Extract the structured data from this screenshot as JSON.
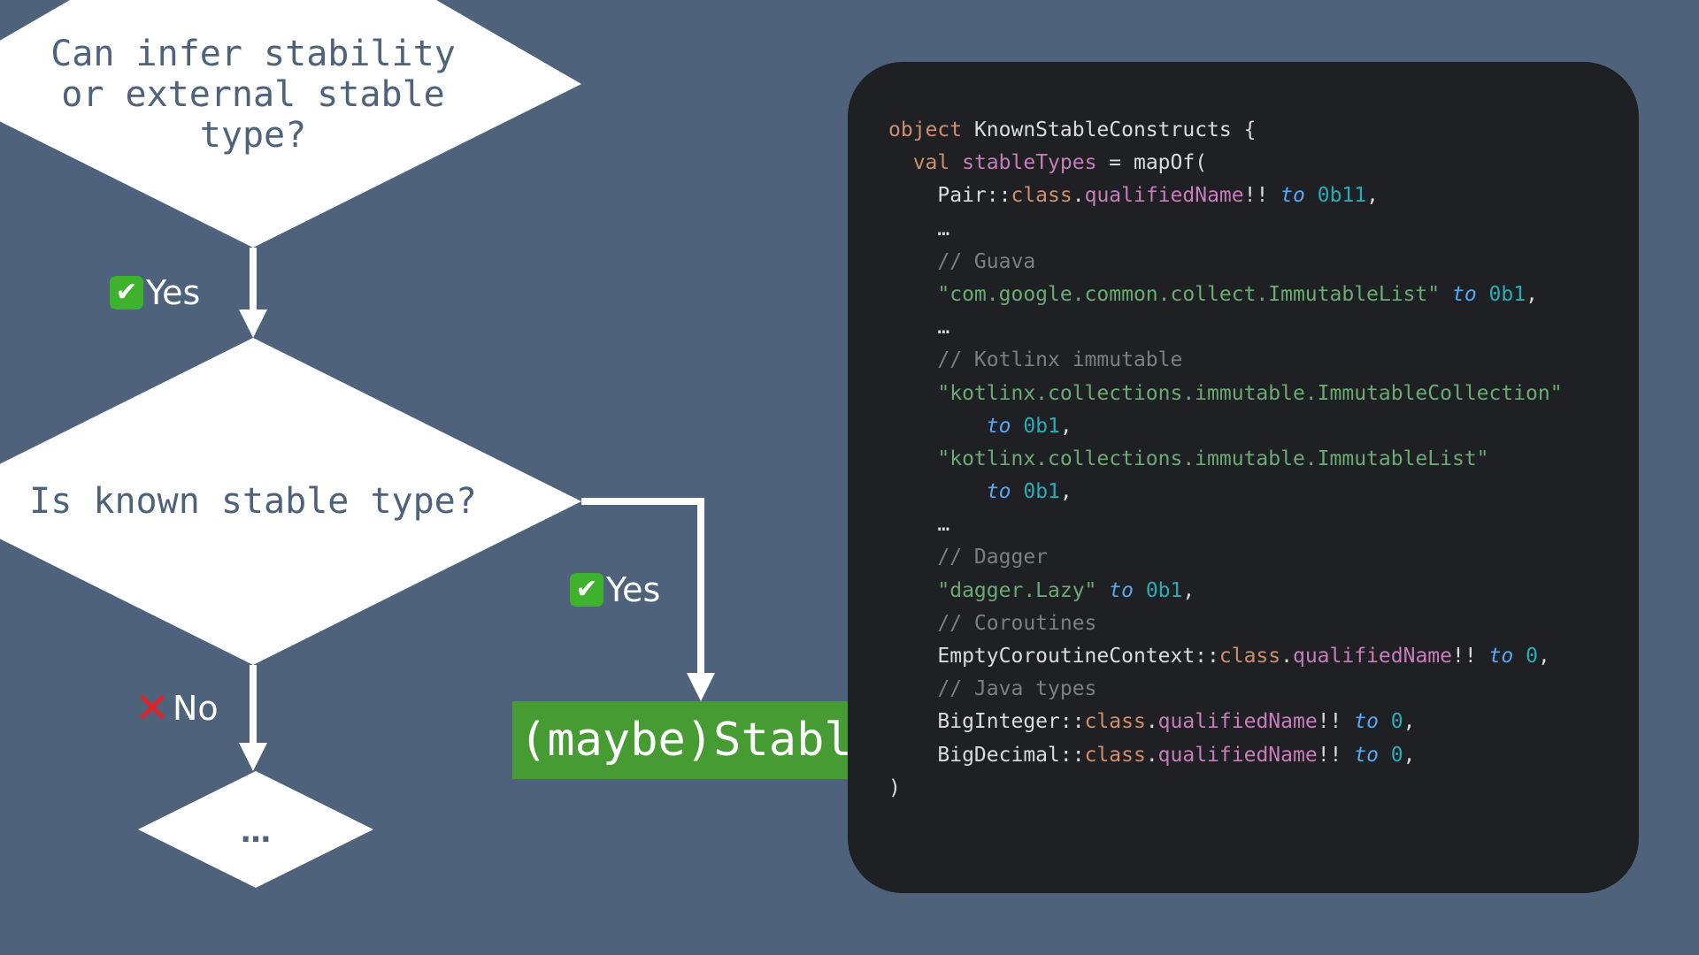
{
  "flowchart": {
    "decision1": {
      "lines": [
        "Can infer stability",
        "or external stable",
        "type?"
      ]
    },
    "edge1_label": "Yes",
    "decision2": {
      "text": "Is known stable type?"
    },
    "edge2_label": "Yes",
    "edge3_label": "No",
    "result": "(maybe)Stable",
    "decision3": {
      "text": "…"
    },
    "icons": {
      "yes": "check-mark-button-icon",
      "no": "cross-mark-icon"
    },
    "colors": {
      "background": "#4e627b",
      "shape_fill": "#ffffff",
      "result_fill": "#479b33",
      "code_panel": "#1f2023"
    }
  },
  "code": {
    "lines": [
      [
        [
          "kw",
          "object"
        ],
        [
          "df",
          " KnownStableConstructs {"
        ]
      ],
      [
        [
          "df",
          "  "
        ],
        [
          "kw",
          "val"
        ],
        [
          "df",
          " "
        ],
        [
          "fld",
          "stableTypes"
        ],
        [
          "df",
          " = mapOf("
        ]
      ],
      [
        [
          "df",
          "    Pair::"
        ],
        [
          "kw",
          "class"
        ],
        [
          "df",
          "."
        ],
        [
          "fld",
          "qualifiedName"
        ],
        [
          "df",
          "!! "
        ],
        [
          "inf",
          "to"
        ],
        [
          "df",
          " "
        ],
        [
          "num",
          "0b11"
        ],
        [
          "df",
          ","
        ]
      ],
      [
        [
          "df",
          "    …"
        ]
      ],
      [
        [
          "df",
          "    "
        ],
        [
          "cm",
          "// Guava"
        ]
      ],
      [
        [
          "df",
          "    "
        ],
        [
          "str",
          "\"com.google.common.collect.ImmutableList\""
        ],
        [
          "df",
          " "
        ],
        [
          "inf",
          "to"
        ],
        [
          "df",
          " "
        ],
        [
          "num",
          "0b1"
        ],
        [
          "df",
          ","
        ]
      ],
      [
        [
          "df",
          "    …"
        ]
      ],
      [
        [
          "df",
          "    "
        ],
        [
          "cm",
          "// Kotlinx immutable"
        ]
      ],
      [
        [
          "df",
          "    "
        ],
        [
          "str",
          "\"kotlinx.collections.immutable.ImmutableCollection\""
        ]
      ],
      [
        [
          "df",
          "        "
        ],
        [
          "inf",
          "to"
        ],
        [
          "df",
          " "
        ],
        [
          "num",
          "0b1"
        ],
        [
          "df",
          ","
        ]
      ],
      [
        [
          "df",
          "    "
        ],
        [
          "str",
          "\"kotlinx.collections.immutable.ImmutableList\""
        ]
      ],
      [
        [
          "df",
          "        "
        ],
        [
          "inf",
          "to"
        ],
        [
          "df",
          " "
        ],
        [
          "num",
          "0b1"
        ],
        [
          "df",
          ","
        ]
      ],
      [
        [
          "df",
          "    …"
        ]
      ],
      [
        [
          "df",
          "    "
        ],
        [
          "cm",
          "// Dagger"
        ]
      ],
      [
        [
          "df",
          "    "
        ],
        [
          "str",
          "\"dagger.Lazy\""
        ],
        [
          "df",
          " "
        ],
        [
          "inf",
          "to"
        ],
        [
          "df",
          " "
        ],
        [
          "num",
          "0b1"
        ],
        [
          "df",
          ","
        ]
      ],
      [
        [
          "df",
          "    "
        ],
        [
          "cm",
          "// Coroutines"
        ]
      ],
      [
        [
          "df",
          "    EmptyCoroutineContext::"
        ],
        [
          "kw",
          "class"
        ],
        [
          "df",
          "."
        ],
        [
          "fld",
          "qualifiedName"
        ],
        [
          "df",
          "!! "
        ],
        [
          "inf",
          "to"
        ],
        [
          "df",
          " "
        ],
        [
          "num",
          "0"
        ],
        [
          "df",
          ","
        ]
      ],
      [
        [
          "df",
          "    "
        ],
        [
          "cm",
          "// Java types"
        ]
      ],
      [
        [
          "df",
          "    BigInteger::"
        ],
        [
          "kw",
          "class"
        ],
        [
          "df",
          "."
        ],
        [
          "fld",
          "qualifiedName"
        ],
        [
          "df",
          "!! "
        ],
        [
          "inf",
          "to"
        ],
        [
          "df",
          " "
        ],
        [
          "num",
          "0"
        ],
        [
          "df",
          ","
        ]
      ],
      [
        [
          "df",
          "    BigDecimal::"
        ],
        [
          "kw",
          "class"
        ],
        [
          "df",
          "."
        ],
        [
          "fld",
          "qualifiedName"
        ],
        [
          "df",
          "!! "
        ],
        [
          "inf",
          "to"
        ],
        [
          "df",
          " "
        ],
        [
          "num",
          "0"
        ],
        [
          "df",
          ","
        ]
      ],
      [
        [
          "df",
          ")"
        ]
      ]
    ]
  }
}
